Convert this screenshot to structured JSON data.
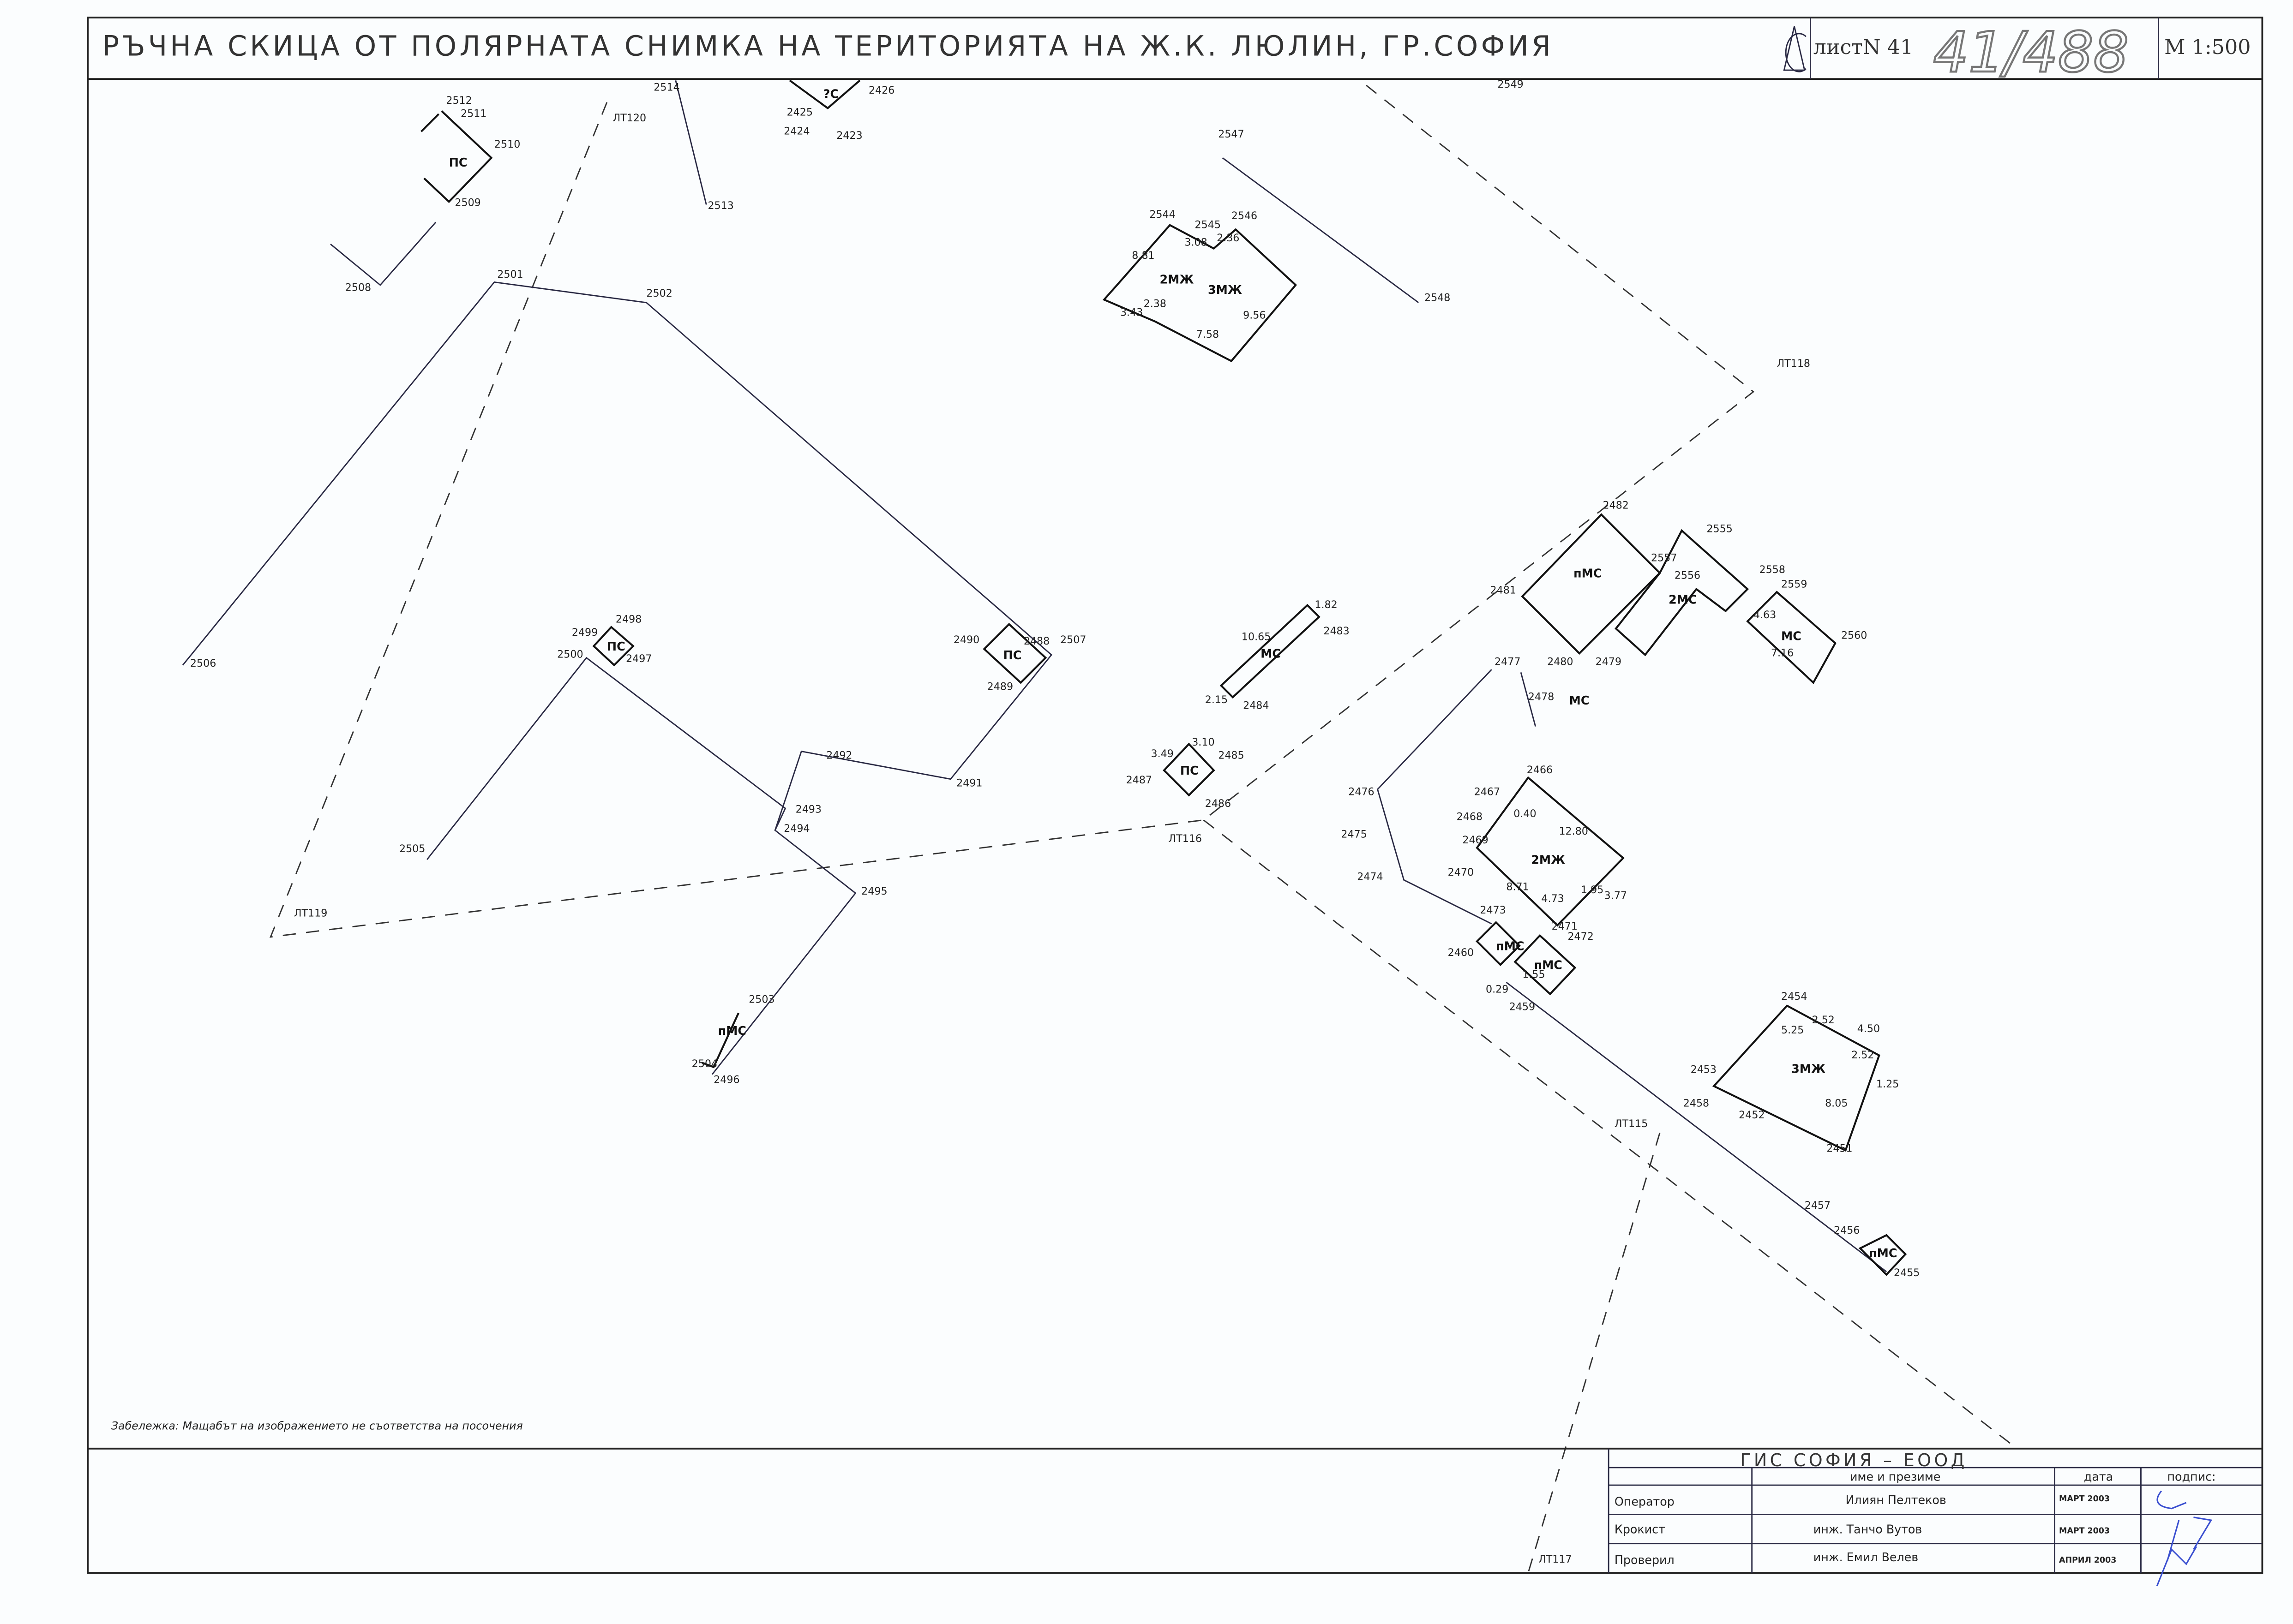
{
  "title": "РЪЧНА СКИЦА ОТ ПОЛЯРНАТА СНИМКА НА ТЕРИТОРИЯТА НА Ж.К. ЛЮЛИН, ГР.СОФИЯ",
  "sheet": {
    "label": "листN 41",
    "handwritten": "41/488",
    "scale": "M 1:500"
  },
  "note": "Забележка: Мащабът на изображението не съответства на посочения",
  "footer": {
    "company": "ГИС СОФИЯ – ЕООД",
    "headers": [
      "име и презиме",
      "дата",
      "подпис:"
    ],
    "rows": [
      {
        "role": "Оператор",
        "name": "Илиян Пелтеков",
        "date": "МАРТ 2003"
      },
      {
        "role": "Крокист",
        "name": "инж. Танчо Вутов",
        "date": "МАРТ 2003"
      },
      {
        "role": "Проверил",
        "name": "инж. Емил Велев",
        "date": "АПРИЛ 2003"
      }
    ]
  },
  "labels": [
    "2512",
    "2511",
    "2510",
    "2509",
    "2508",
    "ПС",
    "2514",
    "ЛТ120",
    "2513",
    "?С",
    "2426",
    "2425",
    "2424",
    "2423",
    "2549",
    "2547",
    "2548",
    "2544",
    "2545",
    "2546",
    "2МЖ",
    "3МЖ",
    "8.81",
    "3.08",
    "2.36",
    "3.43",
    "2.38",
    "7.58",
    "9.56",
    "ЛТ118",
    "2501",
    "2502",
    "2506",
    "2505",
    "2490",
    "2488",
    "2507",
    "2489",
    "ПС",
    "2498",
    "2499",
    "2500",
    "2497",
    "ПС",
    "2492",
    "2491",
    "2493",
    "2494",
    "2495",
    "2503",
    "2504",
    "2496",
    "пМС",
    "ЛТ119",
    "ЛТ116",
    "2487",
    "3.49",
    "2485",
    "3.10",
    "2486",
    "ПС",
    "2484",
    "10.65",
    "МС",
    "1.82",
    "2483",
    "2.15",
    "2482",
    "2481",
    "пМС",
    "2480",
    "2479",
    "2557",
    "2556",
    "2555",
    "2МС",
    "2558",
    "2559",
    "2560",
    "МС",
    "4.63",
    "7.16",
    "2477",
    "2478",
    "МС",
    "2466",
    "2467",
    "2468",
    "2469",
    "2470",
    "2МЖ",
    "0.40",
    "12.80",
    "8.71",
    "4.73",
    "1.95",
    "3.77",
    "2476",
    "2475",
    "2474",
    "2473",
    "2471",
    "2472",
    "2460",
    "пМС",
    "пМС",
    "0.29",
    "1.55",
    "2459",
    "2454",
    "5.25",
    "2.52",
    "4.50",
    "2.52",
    "1.25",
    "3МЖ",
    "8.05",
    "2453",
    "2458",
    "2452",
    "2451",
    "ЛТ115",
    "2457",
    "2456",
    "пМС",
    "2455",
    "ЛТ117"
  ]
}
